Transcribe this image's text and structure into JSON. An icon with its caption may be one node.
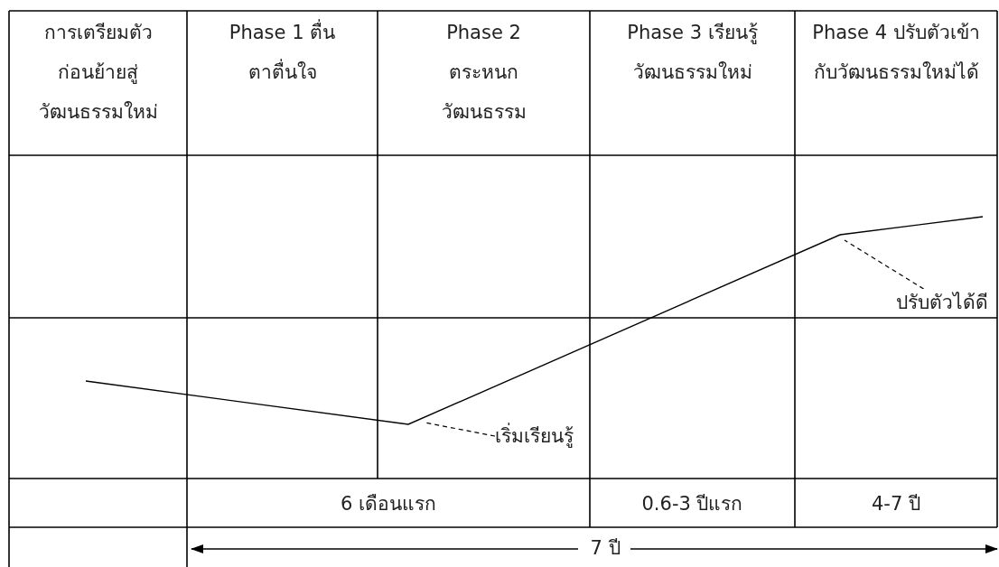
{
  "diagram": {
    "nodes": [
      {
        "text": [
          "เริ่มเรียนรู้"
        ]
      },
      {
        "text": [
          "ปรับตัวได้ดี"
        ]
      }
    ],
    "edges": [
      {
        "from": 0,
        "to": null,
        "arrow": "none",
        "style": "dashed"
      },
      {
        "from": 1,
        "to": null,
        "arrow": "none",
        "style": "dashed"
      }
    ],
    "labels": [
      "การเตรียมตัวก่อนย้ายสู่วัฒนธรรมใหม่",
      "Phase 1 ตื่นตาตื่นใจ",
      "Phase 2 ตระหนกวัฒนธรรม",
      "Phase 3 เรียนรู้วัฒนธรรมใหม่",
      "Phase 4 ปรับตัวเข้ากับวัฒนธรรมใหม่ได้",
      "6 เดือนแรก",
      "0.6-3 ปีแรก",
      "4-7 ปี",
      "7 ปี"
    ]
  }
}
